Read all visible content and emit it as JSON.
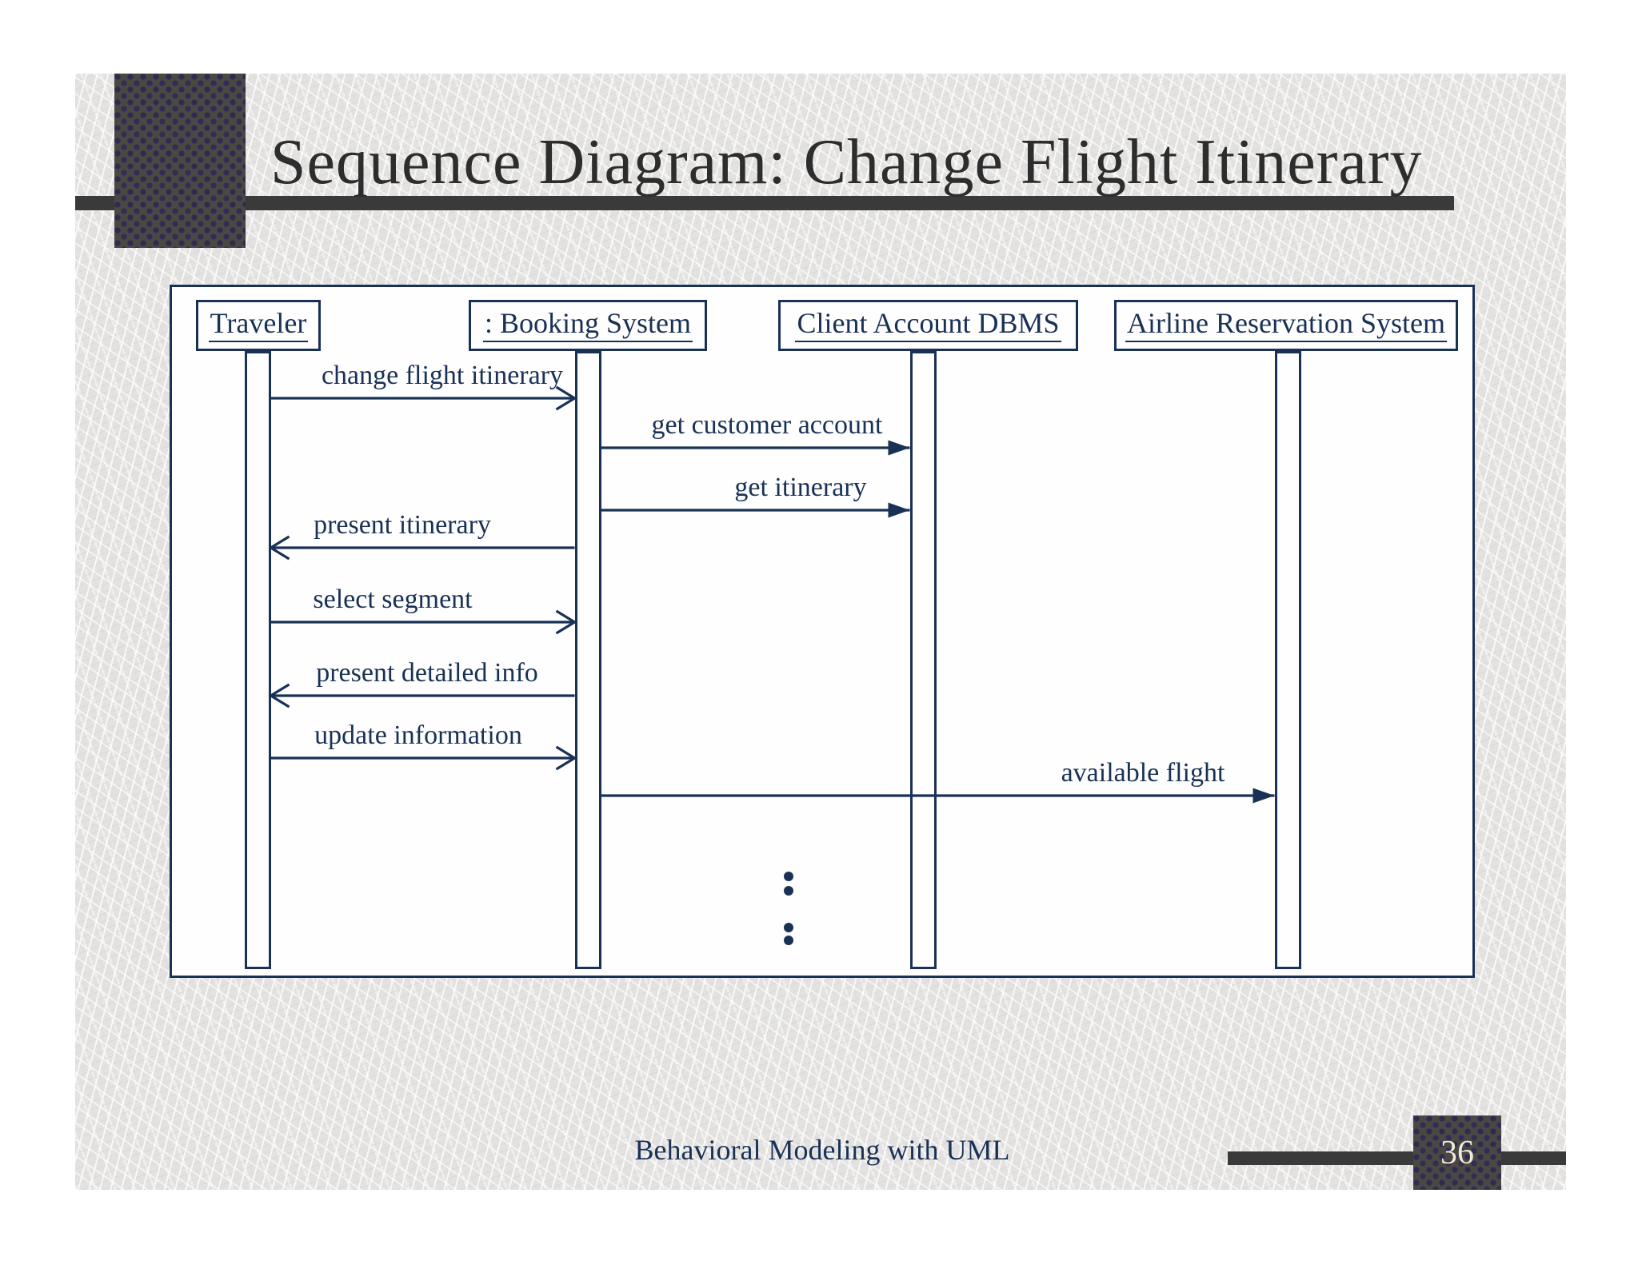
{
  "title": "Sequence Diagram: Change Flight Itinerary",
  "footer": {
    "text": "Behavioral Modeling with UML",
    "page_number": "36"
  },
  "colors": {
    "navy": "#1a3156",
    "title_text": "#2d2d2d",
    "divider_bar": "#3a3a3a",
    "slide_background": "#e3e2e0",
    "decor_square_base": "#4b4843",
    "decor_square_dot": "#2e2b52",
    "page_number_text": "#efe9d6"
  },
  "diagram": {
    "lifelines": [
      {
        "id": "traveler",
        "label": "Traveler"
      },
      {
        "id": "booking",
        "label": ": Booking System"
      },
      {
        "id": "client",
        "label": "Client Account DBMS"
      },
      {
        "id": "airline",
        "label": "Airline Reservation System"
      }
    ],
    "messages": [
      {
        "label": "change flight itinerary",
        "from": "traveler",
        "to": "booking",
        "head": "open"
      },
      {
        "label": "get customer account",
        "from": "booking",
        "to": "client",
        "head": "filled"
      },
      {
        "label": "get itinerary",
        "from": "booking",
        "to": "client",
        "head": "filled"
      },
      {
        "label": "present itinerary",
        "from": "booking",
        "to": "traveler",
        "head": "open"
      },
      {
        "label": "select segment",
        "from": "traveler",
        "to": "booking",
        "head": "open"
      },
      {
        "label": "present detailed info",
        "from": "booking",
        "to": "traveler",
        "head": "open"
      },
      {
        "label": "update information",
        "from": "traveler",
        "to": "booking",
        "head": "open"
      },
      {
        "label": "available flight",
        "from": "booking",
        "to": "airline",
        "head": "filled"
      }
    ],
    "ellipsis_dot_count": 4
  }
}
